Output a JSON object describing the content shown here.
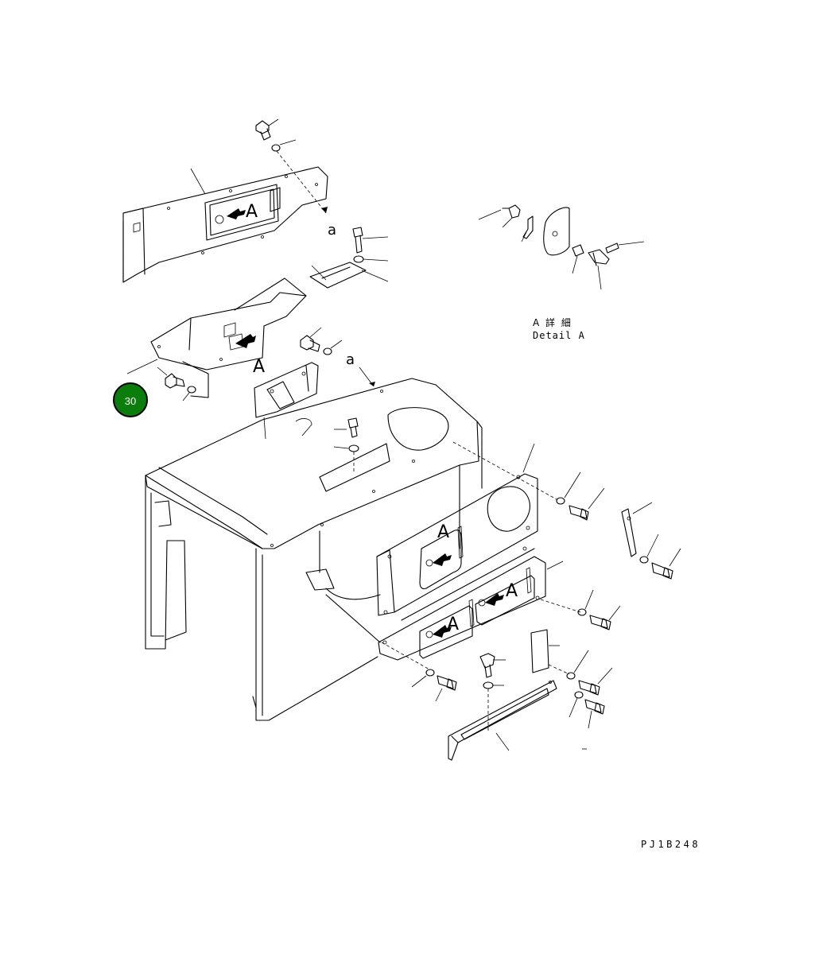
{
  "labels": {
    "view_letter": "A",
    "ref_lower": "a",
    "detail_title_jp": "A 詳 細",
    "detail_title_en": "Detail A",
    "drawing_code": "PJ1B248"
  },
  "callout": {
    "number": "30",
    "color": "#0a7d0a",
    "ring_color": "#000000"
  }
}
